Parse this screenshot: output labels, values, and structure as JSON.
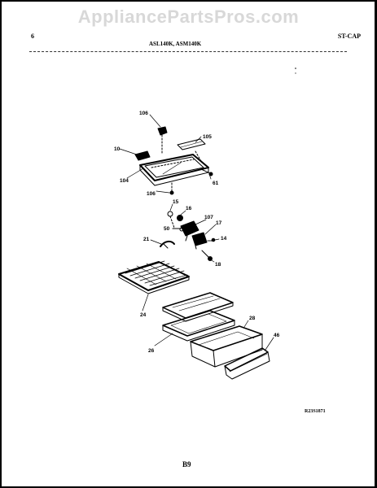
{
  "watermark": "AppliancePartsPros.com",
  "header": {
    "page_number": "6",
    "models": "ASL140K, ASM140K",
    "section": "ST-CAP"
  },
  "footer": {
    "reference_code": "R23S1871",
    "page_code": "B9"
  },
  "diagram": {
    "part_labels": [
      "106",
      "105",
      "10",
      "61",
      "104",
      "106",
      "15",
      "16",
      "107",
      "50",
      "17",
      "14",
      "21",
      "18",
      "24",
      "28",
      "46",
      "26"
    ]
  }
}
